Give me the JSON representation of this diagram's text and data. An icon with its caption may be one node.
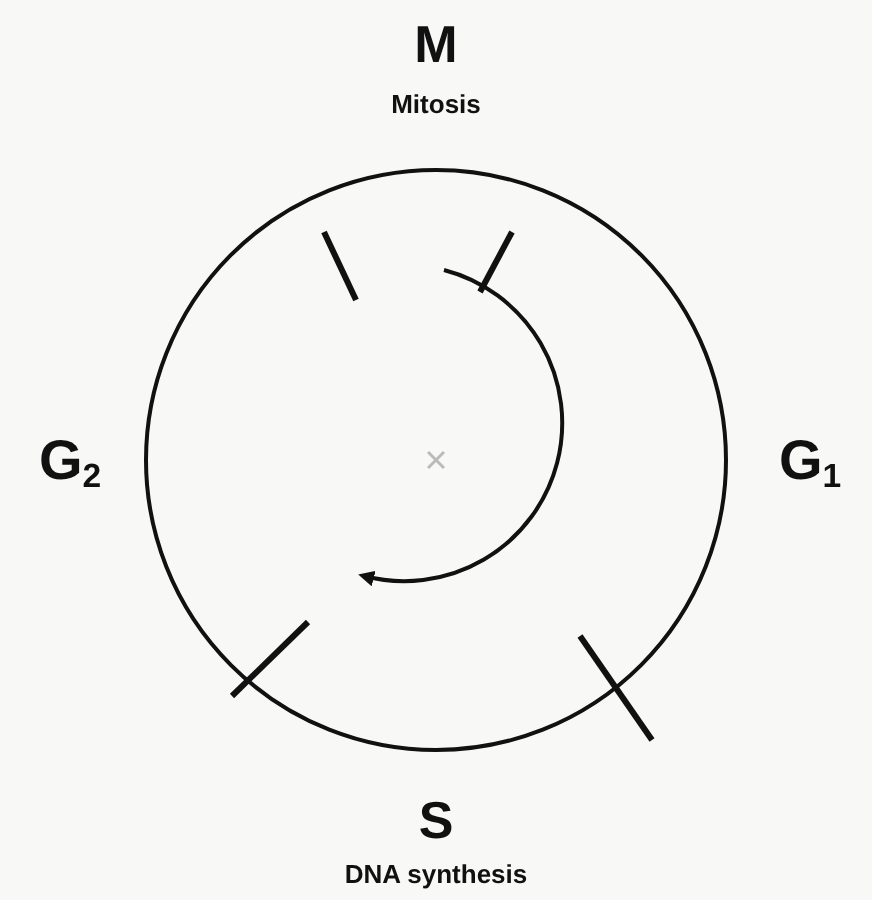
{
  "diagram": {
    "labels": [
      "M",
      "Mitosis",
      "G$_{2}$",
      "G$_{1}$",
      "S",
      "DNA synthesis"
    ]
  }
}
